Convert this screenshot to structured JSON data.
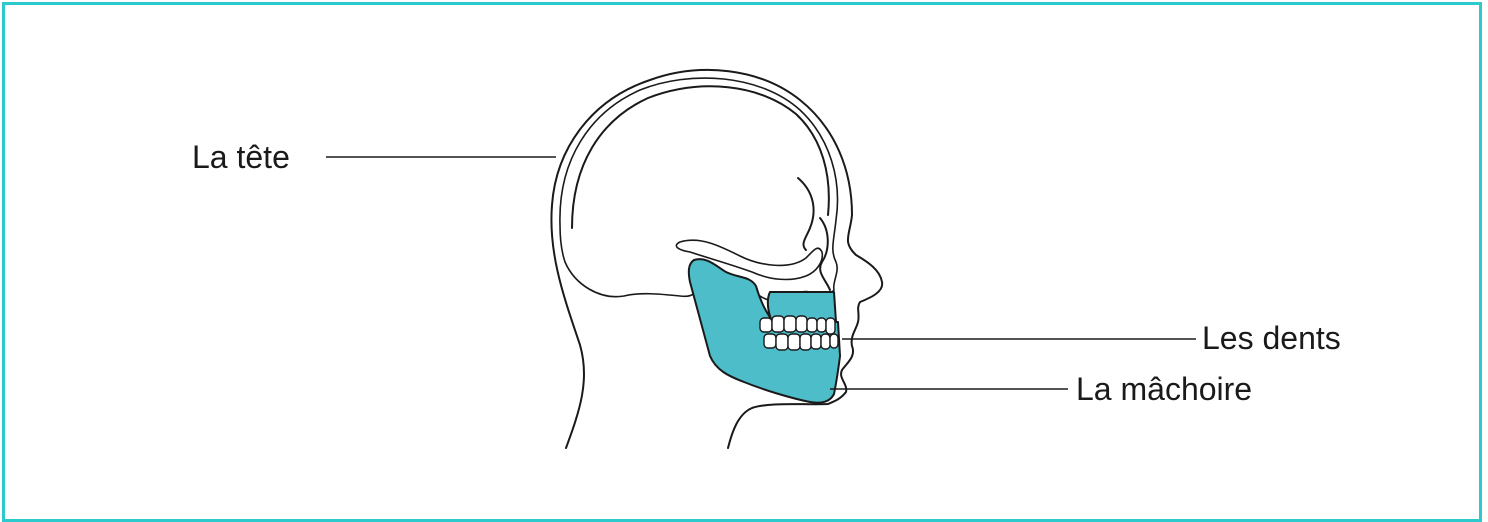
{
  "labels": {
    "head": "La tête",
    "teeth": "Les dents",
    "jaw": "La mâchoire"
  },
  "colors": {
    "frame": "#2cc9cd",
    "jaw_fill": "#4dbdc9",
    "line": "#1a1a1a"
  }
}
